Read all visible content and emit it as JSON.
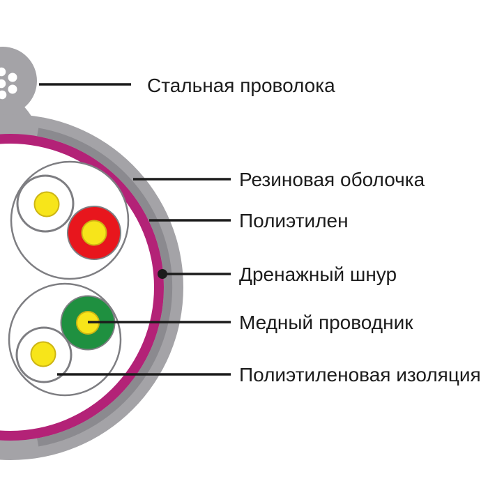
{
  "diagram": {
    "type": "cable-cross-section",
    "labels": [
      {
        "text": "Стальная проволока",
        "target": "steel-wire"
      },
      {
        "text": "Резиновая оболочка",
        "target": "rubber-sheath"
      },
      {
        "text": "Полиэтилен",
        "target": "polyethylene-layer"
      },
      {
        "text": "Дренажный шнур",
        "target": "drain-cord"
      },
      {
        "text": "Медный проводник",
        "target": "copper-conductor"
      },
      {
        "text": "Полиэтиленовая изоляция",
        "target": "polyethylene-insulation"
      }
    ],
    "colors": {
      "sheath_gray": "#a4a3a7",
      "polyethylene_gray": "#8b8a8f",
      "drain_magenta": "#b32277",
      "conductor_red": "#e8161d",
      "conductor_green": "#1f9040",
      "copper_yellow": "#f7e51a",
      "yellow_outline": "#cdb513",
      "circle_outline": "#7e7e82",
      "leader_line": "#1c1c1c",
      "background": "#ffffff",
      "core_white": "#ffffff"
    }
  }
}
